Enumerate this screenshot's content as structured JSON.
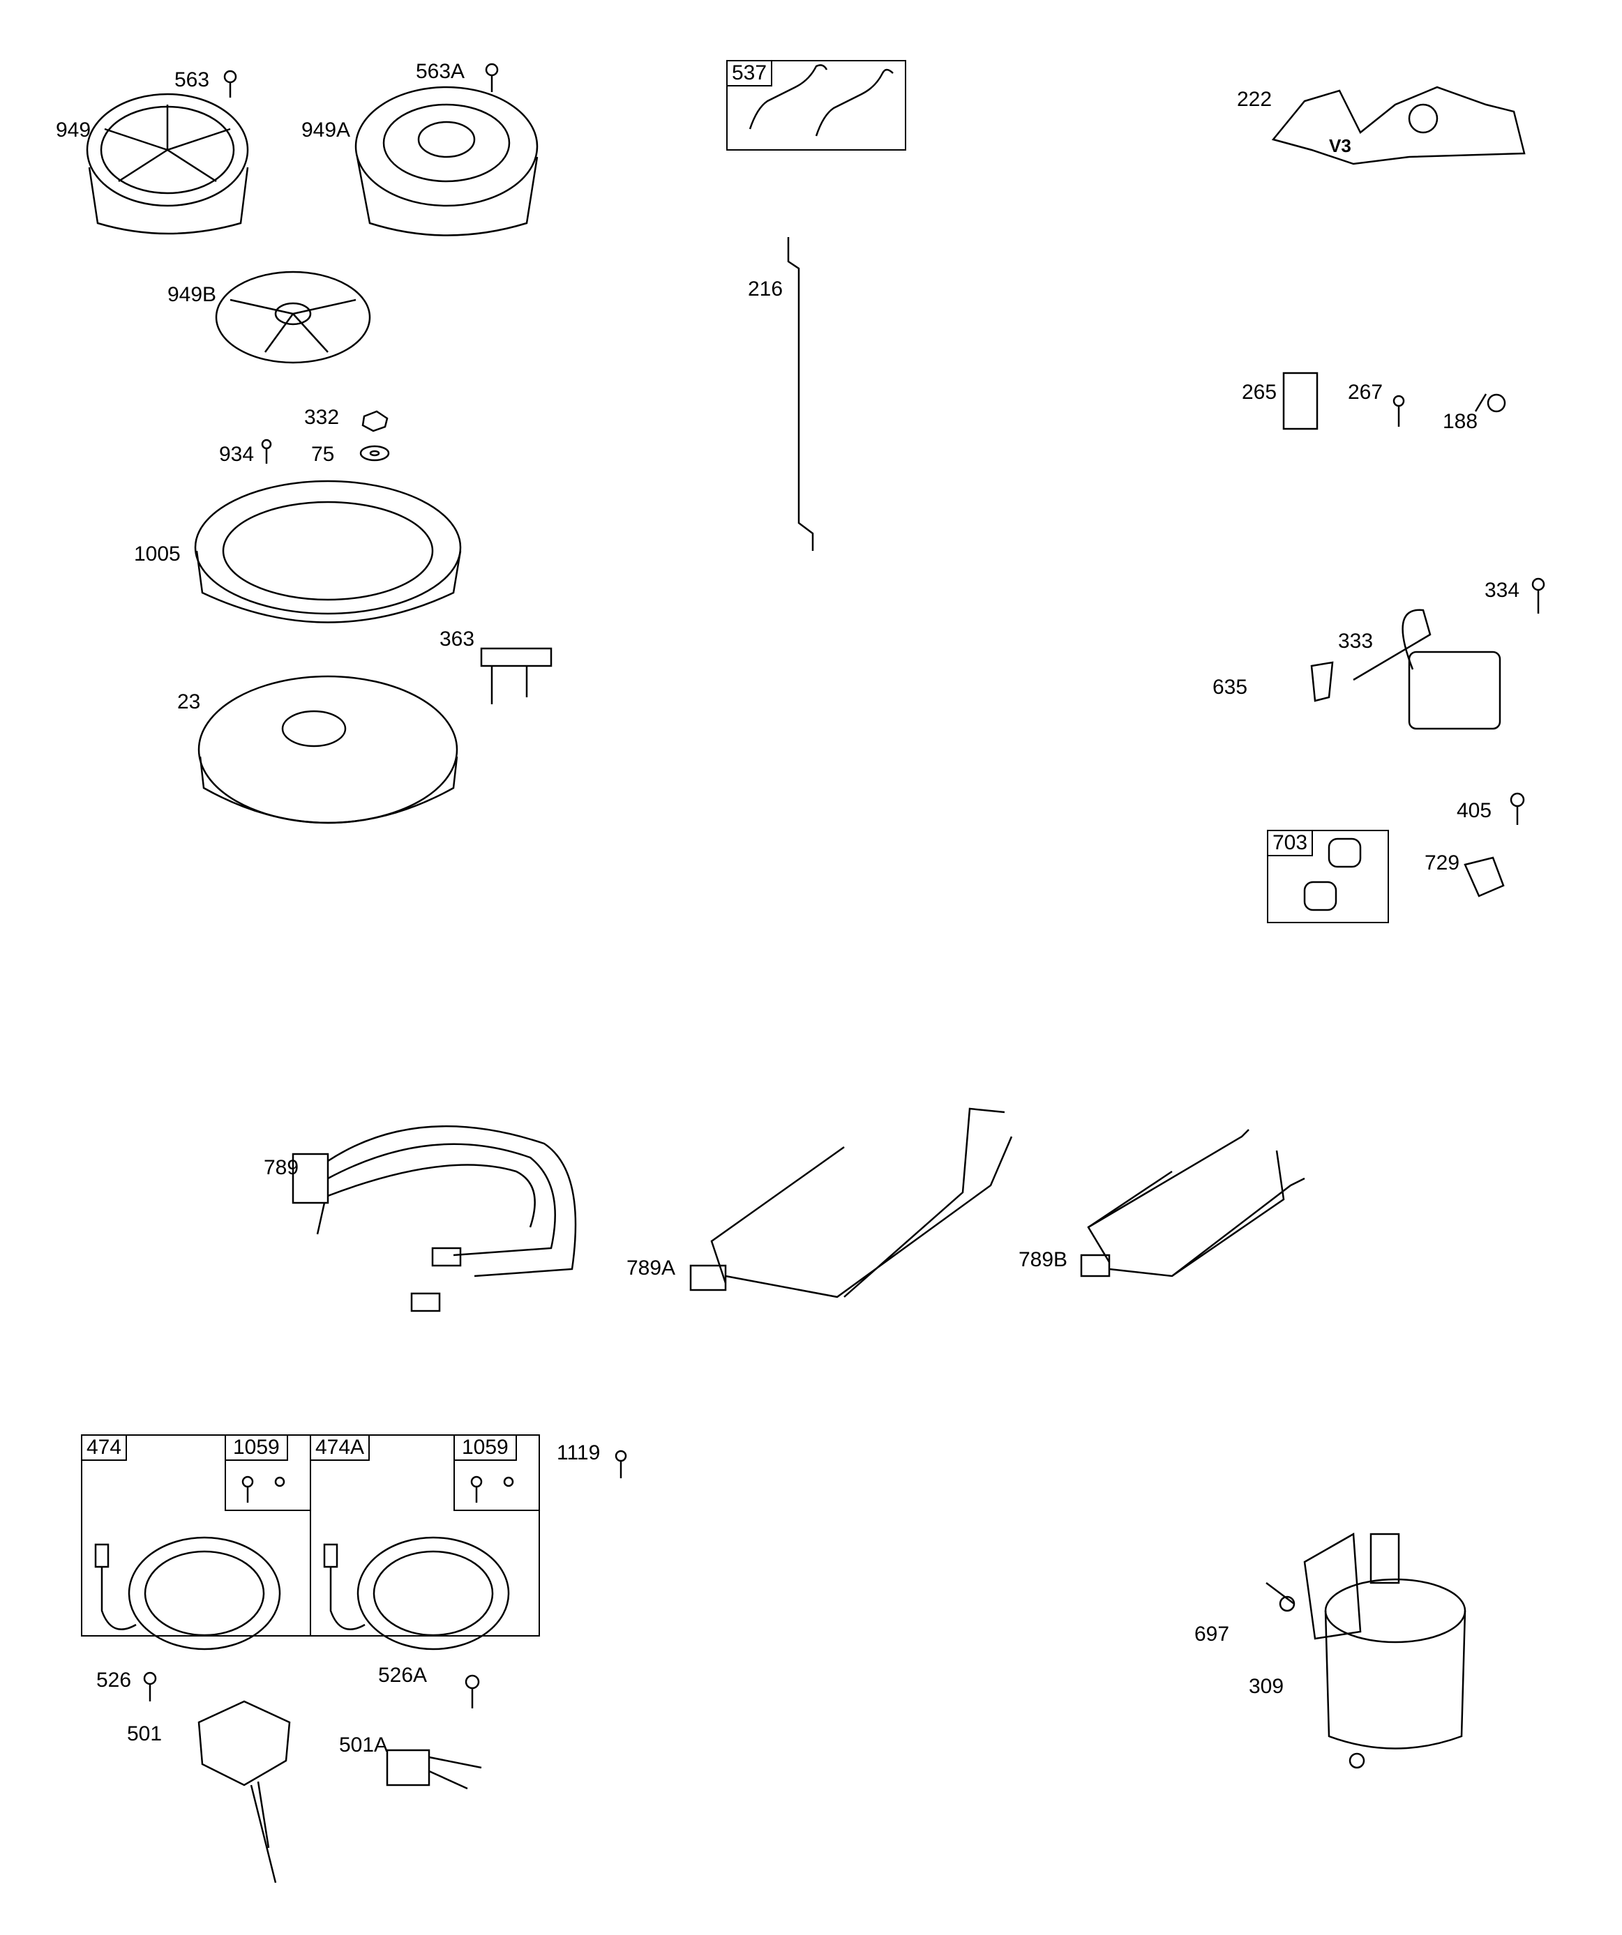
{
  "parts": {
    "p563": "563",
    "p563A": "563A",
    "p949": "949",
    "p949A": "949A",
    "p949B": "949B",
    "p537": "537",
    "p222": "222",
    "p222_mark": "V3",
    "p216": "216",
    "p332": "332",
    "p934": "934",
    "p75": "75",
    "p1005": "1005",
    "p363": "363",
    "p23": "23",
    "p265": "265",
    "p267": "267",
    "p188": "188",
    "p334": "334",
    "p333": "333",
    "p635": "635",
    "p405": "405",
    "p703": "703",
    "p729": "729",
    "p789": "789",
    "p789A": "789A",
    "p789B": "789B",
    "p474": "474",
    "p474A": "474A",
    "p1059a": "1059",
    "p1059b": "1059",
    "p1119": "1119",
    "p526": "526",
    "p526A": "526A",
    "p501": "501",
    "p501A": "501A",
    "p697": "697",
    "p309": "309"
  }
}
